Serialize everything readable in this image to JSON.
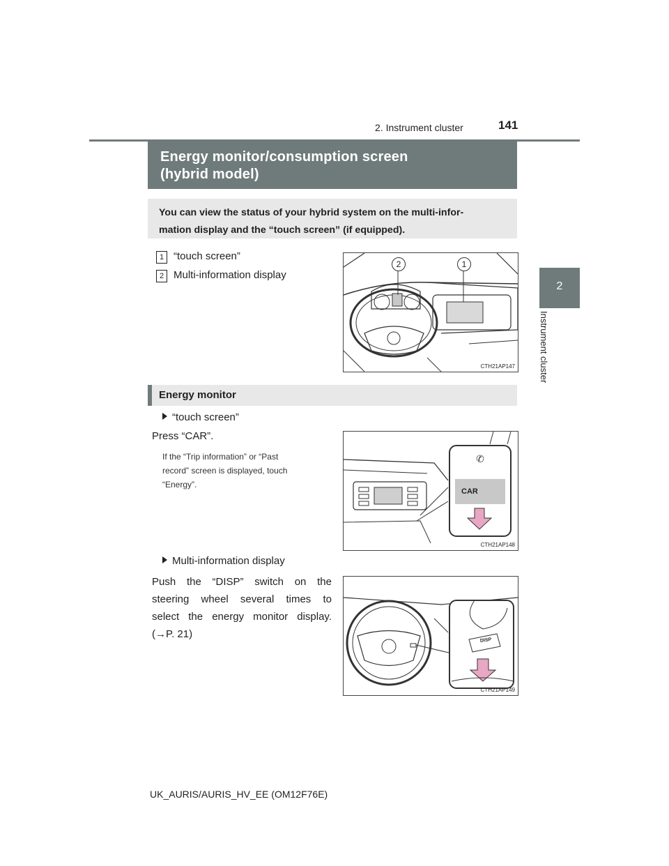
{
  "header": {
    "page_number": "141",
    "chapter": "2. Instrument cluster"
  },
  "side_tab": {
    "number": "2",
    "label": "Instrument cluster"
  },
  "section": {
    "title_line1": "Energy monitor/consumption screen",
    "title_line2": "(hybrid model)",
    "intro_line1": "You can view the status of your hybrid system on the multi-infor-",
    "intro_line2": "mation display and the “touch screen” (if equipped)."
  },
  "callouts": [
    {
      "num": "1",
      "text": "“touch screen”"
    },
    {
      "num": "2",
      "text": "Multi-information display"
    }
  ],
  "figures": [
    {
      "code": "CTH21AP147",
      "labels": [
        "2",
        "1"
      ]
    },
    {
      "code": "CTH21AP148",
      "button": "CAR"
    },
    {
      "code": "CTH21AP149",
      "button": "DISP"
    }
  ],
  "energy_monitor": {
    "heading": "Energy monitor",
    "item1_title": "“touch screen”",
    "item1_step": "Press “CAR”.",
    "item1_note_1": "If the “Trip information” or “Past",
    "item1_note_2": "record” screen is displayed, touch",
    "item1_note_3": "“Energy”.",
    "item2_title": "Multi-information display",
    "item2_line1": "Push the “DISP” switch on the",
    "item2_line2": "steering wheel several times to",
    "item2_line3": "select the energy monitor display.",
    "item2_line4": "(→P. 21)"
  },
  "footer": "UK_AURIS/AURIS_HV_EE (OM12F76E)"
}
